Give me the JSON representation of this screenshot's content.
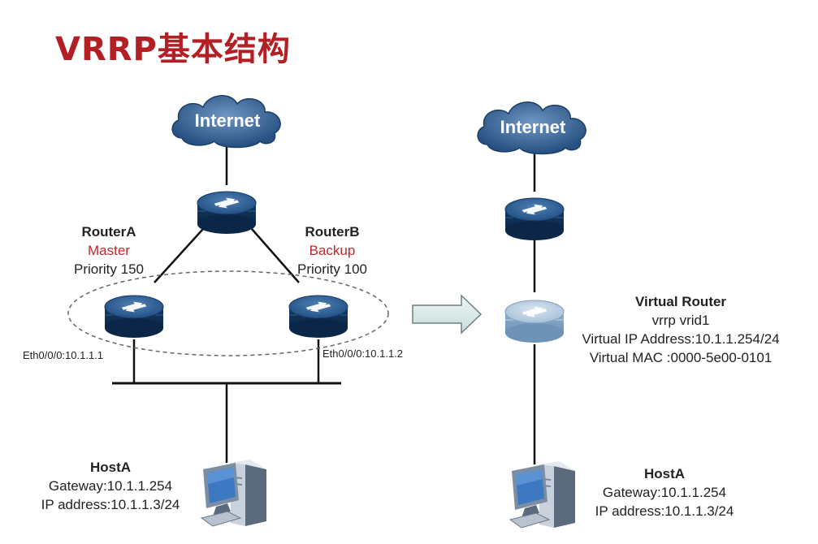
{
  "title": "VRRP基本结构",
  "left": {
    "internet": "Internet",
    "router_a": {
      "name": "RouterA",
      "role": "Master",
      "priority": "Priority 150",
      "iface": "Eth0/0/0:10.1.1.1"
    },
    "router_b": {
      "name": "RouterB",
      "role": "Backup",
      "priority": "Priority 100",
      "iface": "Eth0/0/0:10.1.1.2"
    },
    "host": {
      "name": "HostA",
      "gateway": "Gateway:10.1.1.254",
      "ip": "IP address:10.1.1.3/24"
    }
  },
  "right": {
    "internet": "Internet",
    "virtual_router": {
      "name": "Virtual Router",
      "vrid": "vrrp vrid1",
      "vip": "Virtual IP Address:10.1.1.254/24",
      "vmac": "Virtual MAC :0000-5e00-0101"
    },
    "host": {
      "name": "HostA",
      "gateway": "Gateway:10.1.1.254",
      "ip": "IP address:10.1.1.3/24"
    }
  },
  "colors": {
    "title": "#b21f24",
    "role": "#c0272d",
    "router": "#1d4a7c",
    "router_virtual": "#a9c3da",
    "cloud": "#2e5b8e"
  }
}
